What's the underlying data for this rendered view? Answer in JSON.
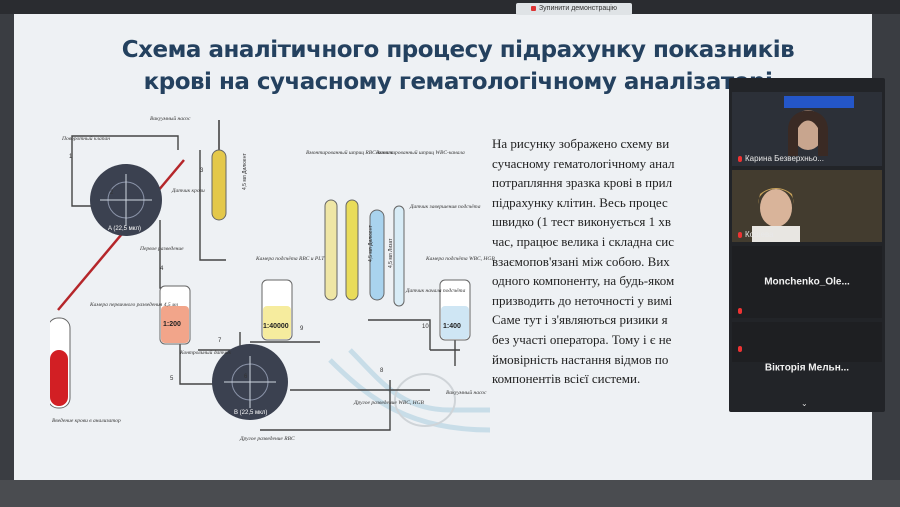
{
  "window": {
    "stop_label": "Зупинити демонстрацію",
    "accent": "#24415f"
  },
  "slide": {
    "title_line1": "Схема аналітичного процесу підрахунку показників",
    "title_line2": "крові на сучасному гематологічному аналізаторі",
    "paragraph": [
      "На рисунку зображено схему ви",
      "сучасному гематологічному анал",
      "потрапляння зразка крові в прил",
      "підрахунку клітин. Весь процес",
      "швидко (1 тест виконується 1 хв",
      "час, працює велика і складна сис",
      "взаємопов'язані між собою. Вих",
      "одного компоненту, на будь-яком",
      "призводить до неточності у вимі",
      "Саме тут і з'являються ризики я",
      "без участі оператора. Тому і є не",
      "ймовірність настання відмов по",
      "компонентів всієї системи."
    ]
  },
  "diagram": {
    "labels": {
      "vacuum_pump": "Вакуумный насос",
      "rotary_valve": "Поворотный клапан",
      "blood_sensor": "Датчик крови",
      "first_dilution": "Первое разведение",
      "dilution_chamber": "Камера первичного разведения 4,5 мл",
      "blood_input": "Введение крови в анализатор",
      "rbc_chamber": "Камера подсчёта RBC и PLT",
      "wbc_chamber": "Камера подсчёта WBC, HGB",
      "rbc_dispenser": "Вмонтированный шприц RBC-канала",
      "wbc_dispenser": "Вмонтированный шприц WBC-канала",
      "rbc_sensor": "Датчик завершения подсчёта",
      "count_sensor": "Датчик начала подсчёта",
      "control_sensor": "Контрольный датчик",
      "second_dilution_wbc": "Другое разведение WBC, HGB",
      "second_dilution_rbc": "Другое разведение RBC",
      "vacuum_pump2": "Вакуумный насос",
      "valve_a": "A (22,5 мкл)",
      "valve_b": "B (22,5 мкл)",
      "syringe1": "4,5 мл Дилюент",
      "syringe2": "4,5 мл Дилюент",
      "syringe3": "4,5 мл Лизат",
      "ratio1": "1:200",
      "ratio2": "1:40000",
      "ratio3": "1:400",
      "n1": "1",
      "n2": "2",
      "n3": "3",
      "n4": "4",
      "n5": "5",
      "n6": "6",
      "n7": "7",
      "n8": "8",
      "n9": "9",
      "n10": "10"
    }
  },
  "participants": [
    {
      "name": "Карина Безверхньо...",
      "type": "video"
    },
    {
      "name": "Кошева",
      "type": "video"
    },
    {
      "name": "Monchenko_Ole...",
      "type": "name"
    },
    {
      "name": "",
      "type": "name"
    },
    {
      "name": "Вікторія Мельн...",
      "type": "name"
    }
  ]
}
